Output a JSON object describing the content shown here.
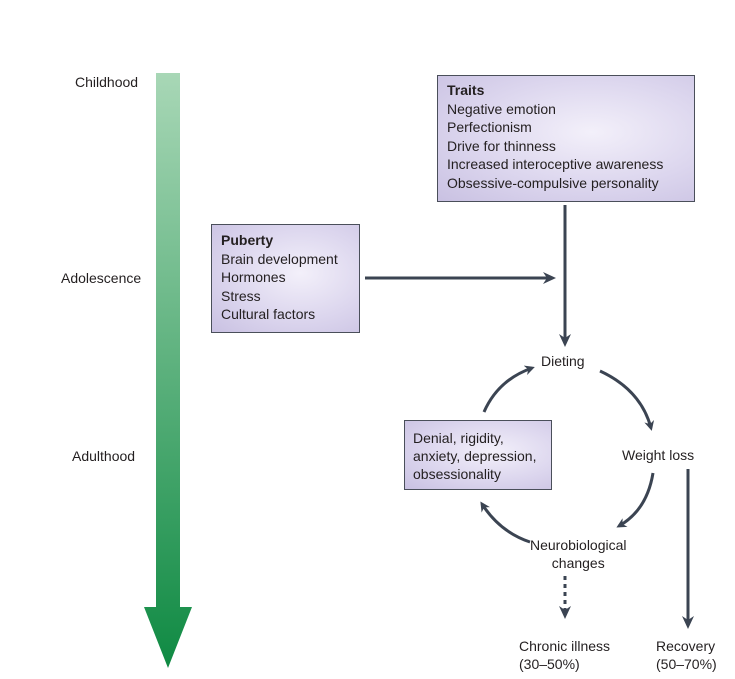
{
  "timeline": {
    "childhood": "Childhood",
    "adolescence": "Adolescence",
    "adulthood": "Adulthood"
  },
  "traits": {
    "title": "Traits",
    "items": [
      "Negative emotion",
      "Perfectionism",
      "Drive for thinness",
      "Increased interoceptive awareness",
      "Obsessive-compulsive personality"
    ]
  },
  "puberty": {
    "title": "Puberty",
    "items": [
      "Brain development",
      "Hormones",
      "Stress",
      "Cultural factors"
    ]
  },
  "cycle": {
    "dieting": "Dieting",
    "weight_loss": "Weight loss",
    "neuro_line1": "Neurobiological",
    "neuro_line2": "changes",
    "box_items": [
      "Denial, rigidity,",
      "anxiety, depression,",
      "obsessionality"
    ]
  },
  "outcomes": {
    "chronic_line1": "Chronic illness",
    "chronic_line2": "(30–50%)",
    "recovery_line1": "Recovery",
    "recovery_line2": "(50–70%)"
  },
  "colors": {
    "arrow": "#3b4452",
    "time_arrow_top": "#a8d7b6",
    "time_arrow_bottom": "#0f8a43",
    "box_fill": "#dcd6ee"
  }
}
